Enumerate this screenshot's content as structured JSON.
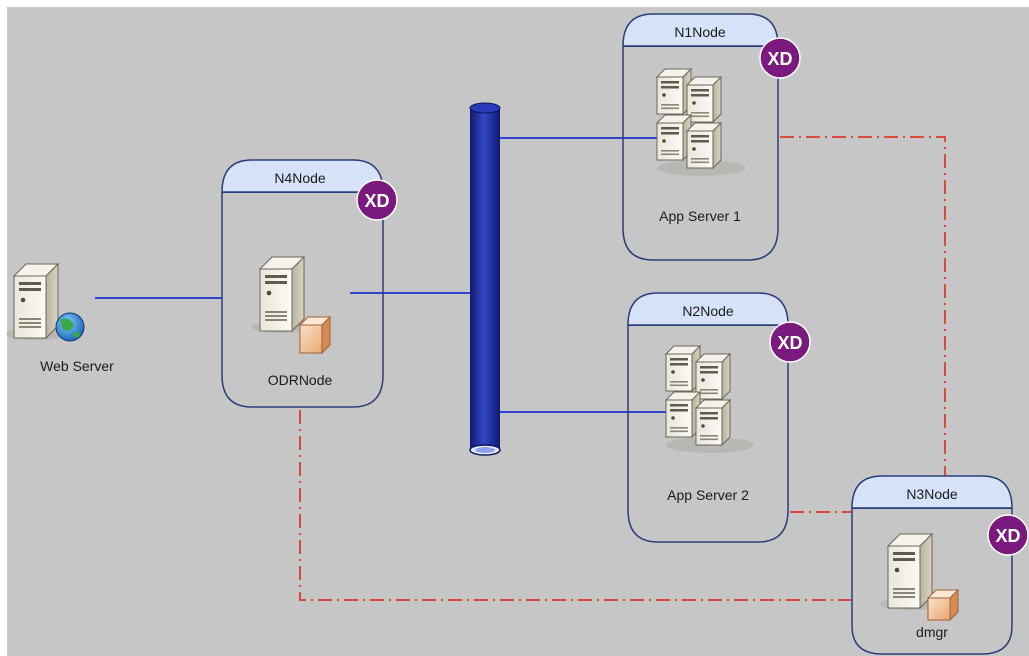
{
  "diagram": {
    "nodes": {
      "n1": {
        "title": "N1Node",
        "badge": "XD",
        "label": "App Server 1"
      },
      "n2": {
        "title": "N2Node",
        "badge": "XD",
        "label": "App Server 2"
      },
      "n3": {
        "title": "N3Node",
        "badge": "XD",
        "label": "dmgr"
      },
      "n4": {
        "title": "N4Node",
        "badge": "XD",
        "label": "ODRNode"
      }
    },
    "web_server": {
      "label": "Web Server"
    }
  },
  "colors": {
    "background": "#c6c6c6",
    "node_header": "#d6e2f8",
    "node_border": "#2a3f7a",
    "badge": "#7a1a7e",
    "network_link": "#3344cc",
    "management_link": "#d84a3a",
    "bus": "#1c2a8e"
  }
}
